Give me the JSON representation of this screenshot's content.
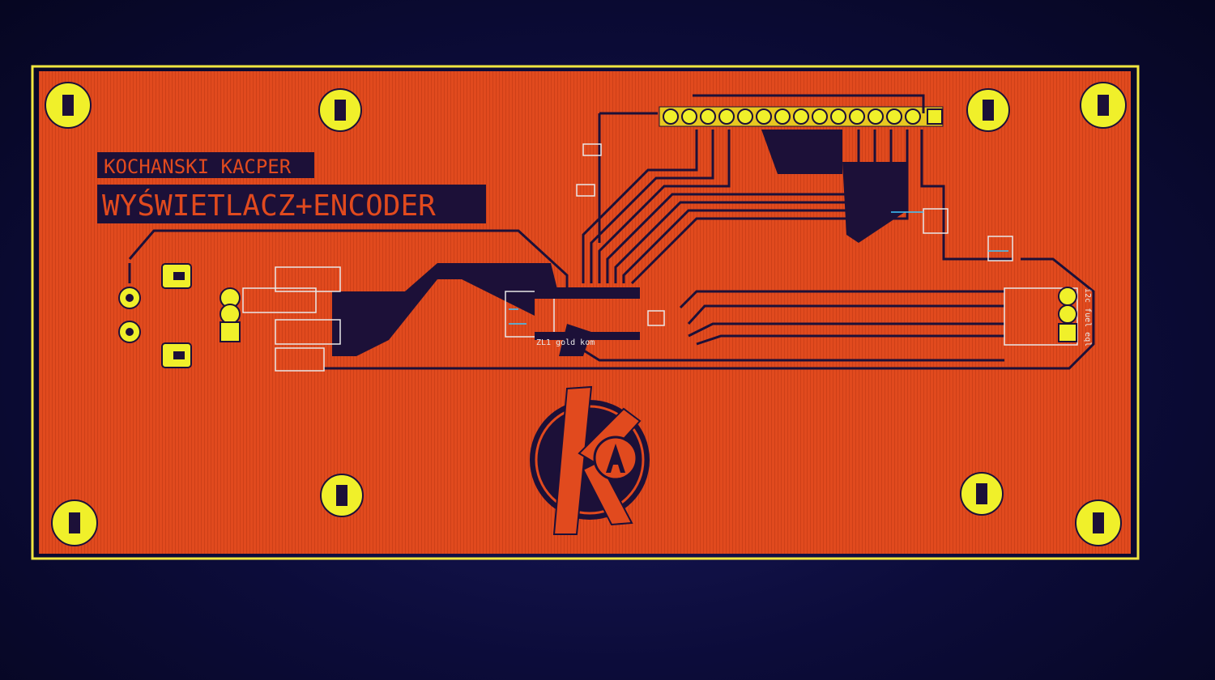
{
  "board": {
    "author_label": "KOCHANSKI KACPER",
    "title_label": "WYŚWIETLACZ+ENCODER",
    "logo_letters": "KA",
    "side_label": "i2c fuel eql",
    "small_label": "ZL1 gold kom"
  },
  "colors": {
    "background": "#0c0c3a",
    "copper_fill": "#e14a1e",
    "copper_dark": "#1c1038",
    "pad": "#f0f02a",
    "outline": "#f0e640",
    "silk": "#e8e8e8",
    "accent": "#3cc8ff"
  }
}
